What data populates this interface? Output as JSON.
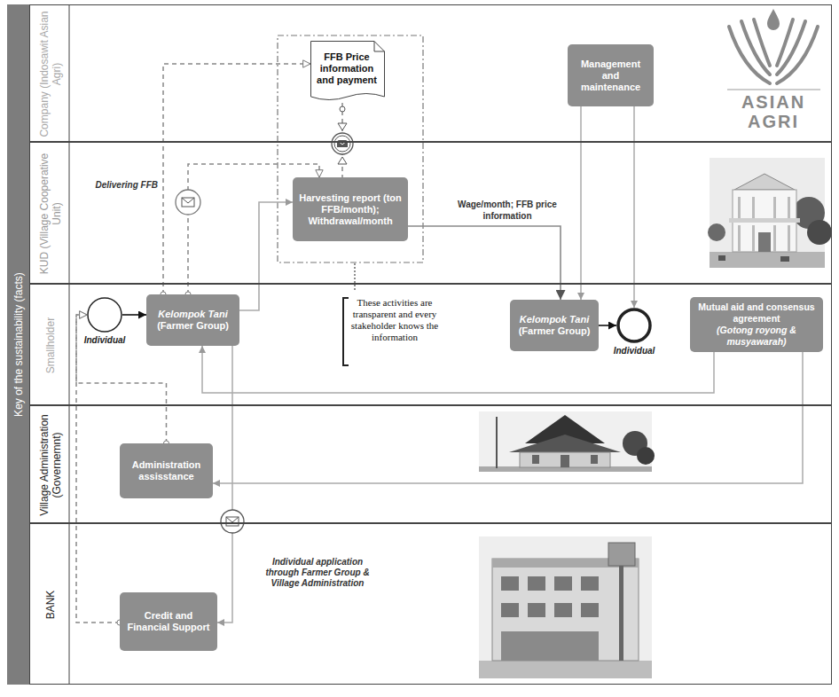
{
  "diagram": {
    "nodes": [
      {
        "text": [
          "Key of the sustainability (facts)"
        ]
      },
      {
        "text": [
          "Company (Indosawit Asian Agri)"
        ]
      },
      {
        "text": [
          "FFB Price information and payment"
        ],
        "in": 1
      },
      {
        "text": [
          "Management and maintenance"
        ],
        "in": 1
      },
      {
        "text": [
          "KUD (Village Cooperative Unit)"
        ]
      },
      {
        "text": [
          "Harvesting report (ton FFB/month); Withdrawal/month"
        ],
        "in": 4
      },
      {
        "text": [
          "Smallholder"
        ]
      },
      {
        "text": [
          "Individual"
        ],
        "in": 6
      },
      {
        "text": [
          "Kelompok Tani",
          "(Farmer Group)"
        ],
        "in": 6
      },
      {
        "text": [
          "Kelompok Tani",
          "(Farmer Group)"
        ],
        "in": 6
      },
      {
        "text": [
          "Individual"
        ],
        "in": 6
      },
      {
        "text": [
          "Mutual aid and consensus agreement",
          "(Gotong royong & musyawarah)"
        ],
        "in": 6
      },
      {
        "text": [
          "Village Administration (Governemnt)"
        ]
      },
      {
        "text": [
          "Administration assisstance"
        ],
        "in": 12
      },
      {
        "text": [
          "BANK"
        ]
      },
      {
        "text": [
          "Credit and Financial Support"
        ],
        "in": 14
      }
    ],
    "edges": [
      {
        "from": 7,
        "to": 8,
        "arrow": "to"
      },
      {
        "from": 8,
        "to": 2,
        "arrow": "to"
      },
      {
        "from": 8,
        "to": 5,
        "arrow": "to"
      },
      {
        "from": 8,
        "to": 5,
        "arrow": "to"
      },
      {
        "from": 2,
        "to": 5,
        "arrow": "none"
      },
      {
        "from": 5,
        "to": 9,
        "label": "Wage/month; FFB price information",
        "arrow": "to"
      },
      {
        "from": 3,
        "to": 9,
        "arrow": "to"
      },
      {
        "from": 3,
        "to": 10,
        "arrow": "to"
      },
      {
        "from": 9,
        "to": 10,
        "arrow": "to"
      },
      {
        "from": 11,
        "to": 8,
        "arrow": "to"
      },
      {
        "from": 11,
        "to": 13,
        "arrow": "to"
      },
      {
        "from": 8,
        "to": 15,
        "arrow": "to"
      },
      {
        "from": 13,
        "to": 7,
        "arrow": "to"
      },
      {
        "from": 15,
        "to": 7,
        "arrow": "to"
      }
    ],
    "labels": [
      "Delivering FFB",
      "These activities are transparent and every stakeholder knows the information",
      "Individual application through Farmer Group & Village Administration",
      "ASIAN AGRI"
    ]
  }
}
